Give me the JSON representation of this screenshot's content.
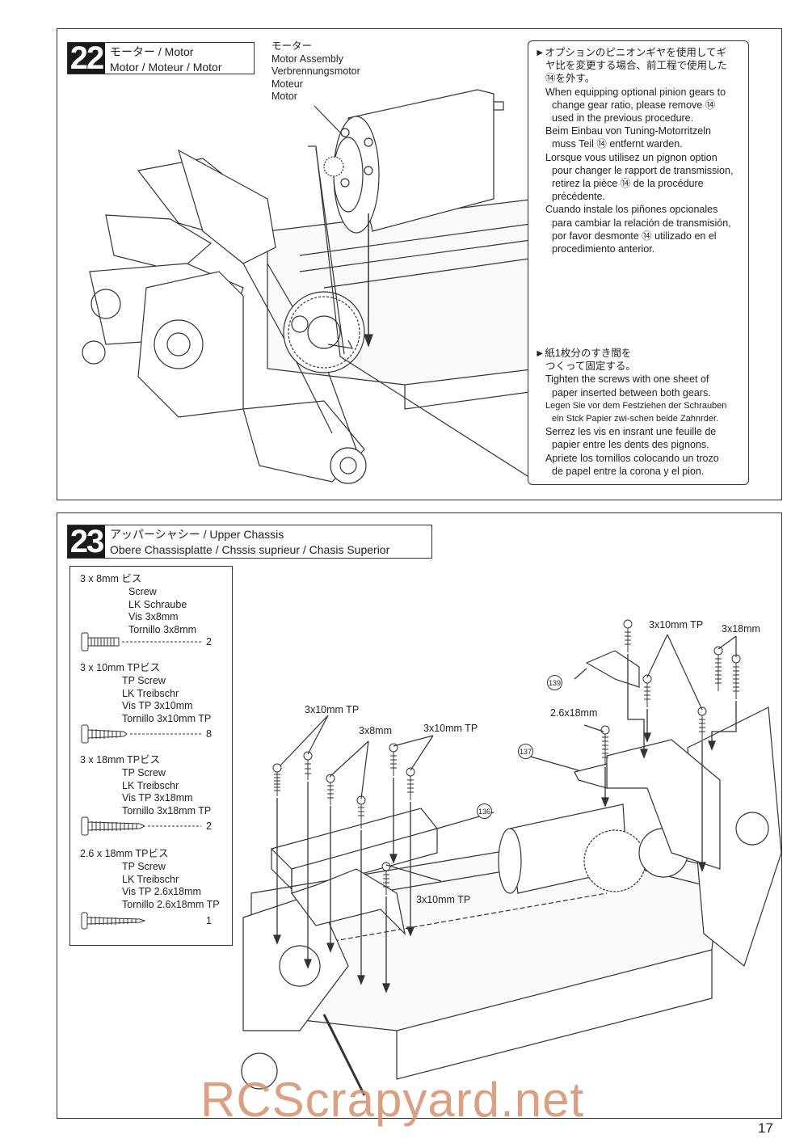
{
  "step22": {
    "number": "22",
    "title_jp": "モーター / Motor",
    "title_en": "Motor / Moteur / Motor",
    "part_labels": [
      "モーター",
      "Motor Assembly",
      "Verbrennungsmotor",
      "Moteur",
      "Motor"
    ],
    "note1": [
      "►オプションのピニオンギヤを使用してギ",
      "ヤ比を変更する場合、前工程で使用した",
      "⑭を外す。",
      "When equipping optional pinion gears to",
      "change gear ratio, please remove ⑭",
      "used in the previous procedure.",
      "Beim Einbau von Tuning-Motorritzeln",
      "muss Teil ⑭ entfernt warden.",
      "Lorsque vous utilisez un pignon option",
      "pour changer le rapport de transmission,",
      "retirez la pièce ⑭ de la procédure",
      "précédente.",
      "Cuando instale los piñones opcionales",
      "para cambiar la relación de transmisión,",
      "por favor desmonte ⑭ utilizado en el",
      "procedimiento anterior."
    ],
    "note2": [
      "►紙1枚分のすき間を",
      "つくって固定する。",
      "Tighten the screws with one sheet of",
      "paper inserted between both gears.",
      "Legen Sie vor dem Festziehen der Schrauben",
      "ein Stck Papier zwi-schen beide Zahnrder.",
      "Serrez les vis en insrant une feuille de",
      "papier entre les dents des pignons.",
      "Apriete los tornillos colocando un trozo",
      "de papel entre la corona y el pion."
    ]
  },
  "step23": {
    "number": "23",
    "title_jp": "アッパーシャシー / Upper Chassis",
    "title_en": "Obere Chassisplatte / Chssis suprieur / Chasis Superior",
    "legend": [
      {
        "lines": [
          "3 x 8mm ビス",
          "Screw",
          "LK Schraube",
          "Vis 3x8mm",
          "Tornillo 3x8mm"
        ],
        "qty": "2"
      },
      {
        "lines": [
          "3 x 10mm TPビス",
          "TP Screw",
          "LK Treibschr",
          "Vis TP 3x10mm",
          "Tornillo 3x10mm TP"
        ],
        "qty": "8"
      },
      {
        "lines": [
          "3 x 18mm TPビス",
          "TP Screw",
          "LK Treibschr",
          "Vis TP 3x18mm",
          "Tornillo 3x18mm TP"
        ],
        "qty": "2"
      },
      {
        "lines": [
          "2.6 x 18mm TPビス",
          "TP Screw",
          "LK Treibschr",
          "Vis TP 2.6x18mm",
          "Tornillo 2.6x18mm TP"
        ],
        "qty": "1"
      }
    ],
    "callouts": [
      "3x10mm TP",
      "3x18mm",
      "2.6x18mm",
      "3x10mm TP",
      "3x8mm",
      "3x10mm TP",
      "3x10mm TP"
    ],
    "part_numbers": [
      "139",
      "137",
      "136"
    ]
  },
  "watermark": "RCScrapyard.net",
  "page_number": "17"
}
